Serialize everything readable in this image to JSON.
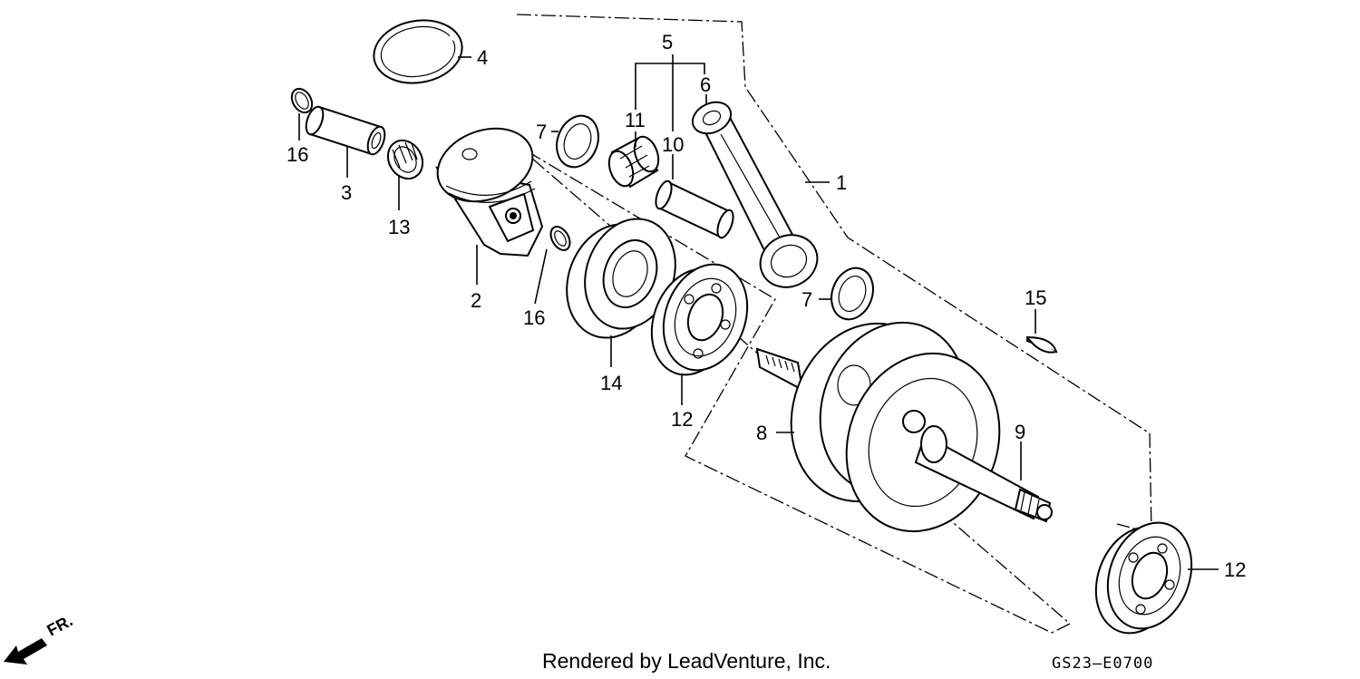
{
  "diagram": {
    "callouts": {
      "c1": "1",
      "c2": "2",
      "c3": "3",
      "c4": "4",
      "c5": "5",
      "c6": "6",
      "c7a": "7",
      "c7b": "7",
      "c8": "8",
      "c9": "9",
      "c10": "10",
      "c11": "11",
      "c12a": "12",
      "c12b": "12",
      "c13": "13",
      "c14": "14",
      "c15": "15",
      "c16a": "16",
      "c16b": "16"
    },
    "direction_marker": "FR.",
    "footer": {
      "credit": "Rendered by LeadVenture, Inc.",
      "code": "GS23–E0700"
    }
  }
}
